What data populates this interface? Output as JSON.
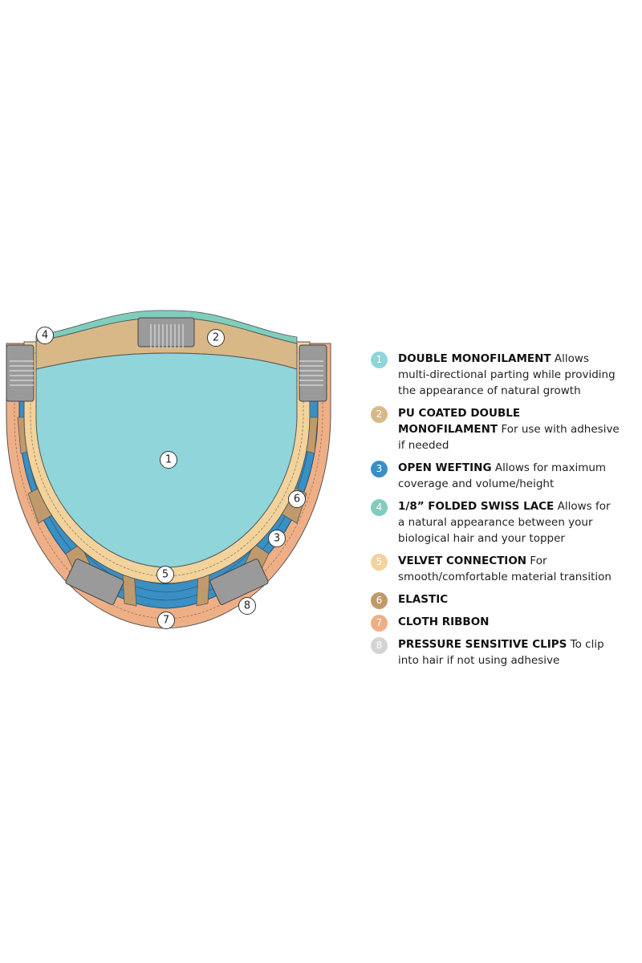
{
  "callouts": [
    "1",
    "2",
    "3",
    "4",
    "5",
    "6",
    "7",
    "8"
  ],
  "legend": [
    {
      "num": "1",
      "color": "#8fd5da",
      "title": "DOUBLE MONOFILAMENT",
      "desc": "Allows multi-directional parting while providing the appearance of natural growth"
    },
    {
      "num": "2",
      "color": "#d9b888",
      "title": "PU COATED DOUBLE MONOFILAMENT",
      "desc": "For use with adhesive if needed"
    },
    {
      "num": "3",
      "color": "#3a8fc3",
      "title": "OPEN WEFTING",
      "desc": "Allows for maximum coverage and volume/height"
    },
    {
      "num": "4",
      "color": "#7fcdbd",
      "title": "1/8” FOLDED SWISS LACE",
      "desc": "Allows for a natural appearance between your biological hair and your topper"
    },
    {
      "num": "5",
      "color": "#f2d39c",
      "title": "VELVET CONNECTION",
      "desc": "For smooth/comfortable material transition"
    },
    {
      "num": "6",
      "color": "#c09a6b",
      "title": "ELASTIC",
      "desc": ""
    },
    {
      "num": "7",
      "color": "#eeaf87",
      "title": "CLOTH RIBBON",
      "desc": ""
    },
    {
      "num": "8",
      "color": "#d4d4d4",
      "title": "PRESSURE SENSITIVE CLIPS",
      "desc": "To clip into hair if not using adhesive"
    }
  ]
}
